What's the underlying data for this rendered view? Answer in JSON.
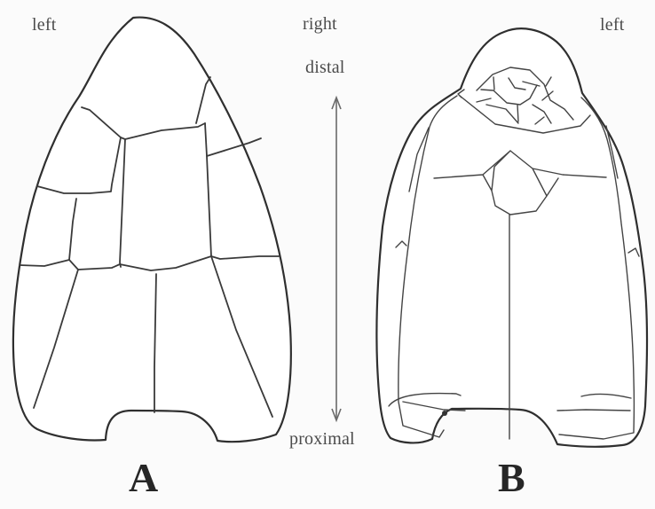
{
  "labels": {
    "left_a": "left",
    "right": "right",
    "distal": "distal",
    "left_b": "left",
    "proximal": "proximal",
    "panel_a": "A",
    "panel_b": "B"
  }
}
